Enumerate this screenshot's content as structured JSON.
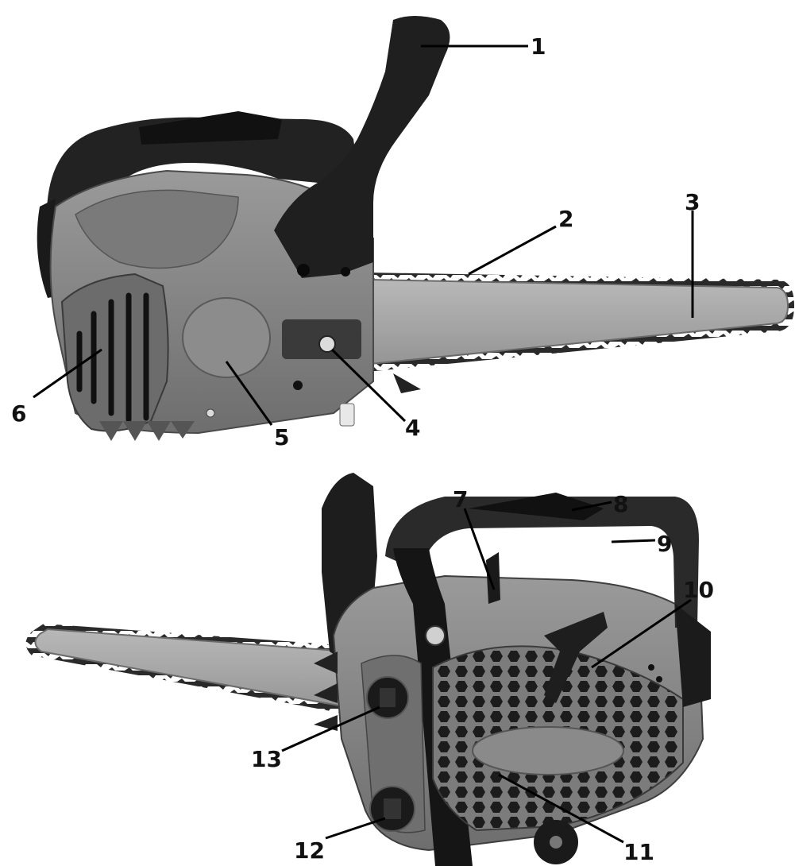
{
  "figure": {
    "callouts": [
      {
        "id": "callout-1",
        "label": "1"
      },
      {
        "id": "callout-2",
        "label": "2"
      },
      {
        "id": "callout-3",
        "label": "3"
      },
      {
        "id": "callout-4",
        "label": "4"
      },
      {
        "id": "callout-5",
        "label": "5"
      },
      {
        "id": "callout-6",
        "label": "6"
      },
      {
        "id": "callout-7",
        "label": "7"
      },
      {
        "id": "callout-8",
        "label": "8"
      },
      {
        "id": "callout-9",
        "label": "9"
      },
      {
        "id": "callout-10",
        "label": "10"
      },
      {
        "id": "callout-11",
        "label": "11"
      },
      {
        "id": "callout-12",
        "label": "12"
      },
      {
        "id": "callout-13",
        "label": "13"
      }
    ]
  },
  "colors": {
    "body_gray": "#8a8a8a",
    "body_dark": "#5a5a5a",
    "handle_black": "#1e1e1e",
    "bar_gray": "#a9a9a9",
    "chain_black": "#2a2a2a",
    "leader_line": "#000000",
    "background": "#ffffff"
  }
}
